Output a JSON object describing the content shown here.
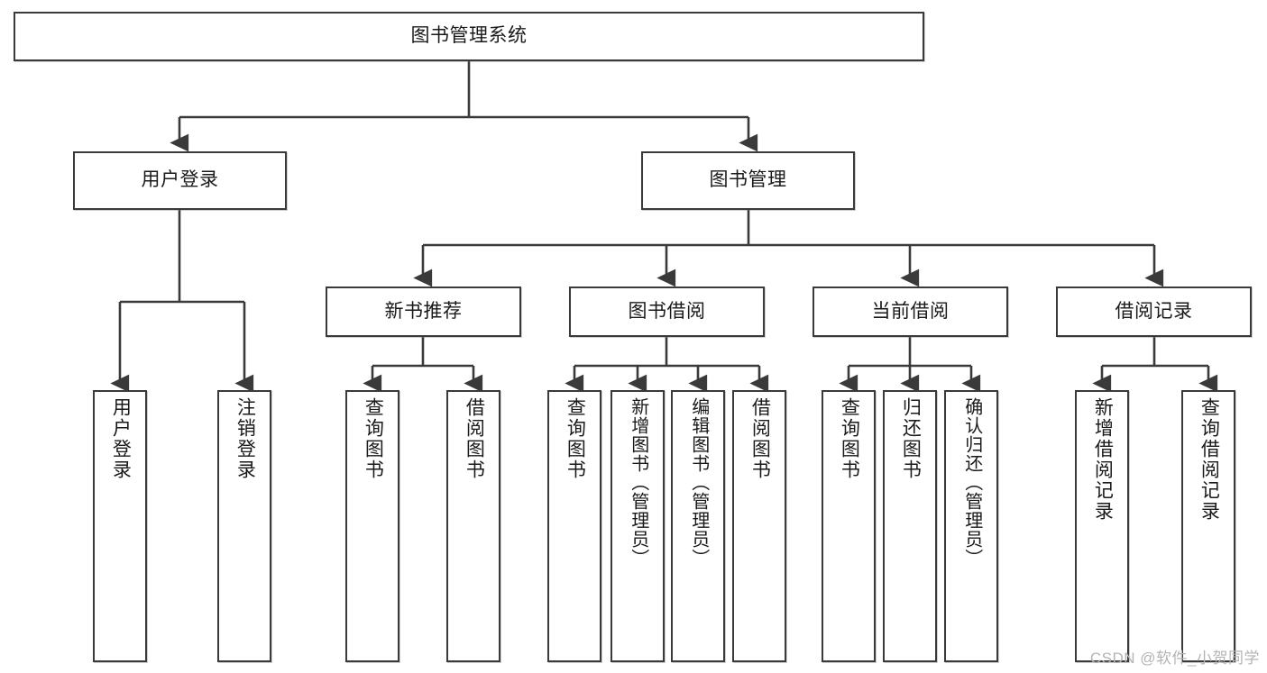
{
  "diagram": {
    "title": "图书管理系统",
    "type": "tree-hierarchy",
    "watermark": "CSDN @软件_小贺同学",
    "colors": {
      "stroke": "#3a3a3a",
      "fill": "#ffffff",
      "text": "#1a1a1a",
      "watermark": "#b4b4b4"
    },
    "nodes": {
      "root": "图书管理系统",
      "level2": [
        "用户登录",
        "图书管理"
      ],
      "level3": [
        "新书推荐",
        "图书借阅",
        "当前借阅",
        "借阅记录"
      ],
      "leaves": {
        "user_login": [
          "用户登录",
          "注销登录"
        ],
        "new_book_recommend": [
          "查询图书",
          "借阅图书"
        ],
        "book_borrow": [
          "查询图书",
          "新增图书（管理员）",
          "编辑图书（管理员）",
          "借阅图书"
        ],
        "current_borrow": [
          "查询图书",
          "归还图书",
          "确认归还（管理员）"
        ],
        "borrow_record": [
          "新增借阅记录",
          "查询借阅记录"
        ]
      }
    }
  }
}
